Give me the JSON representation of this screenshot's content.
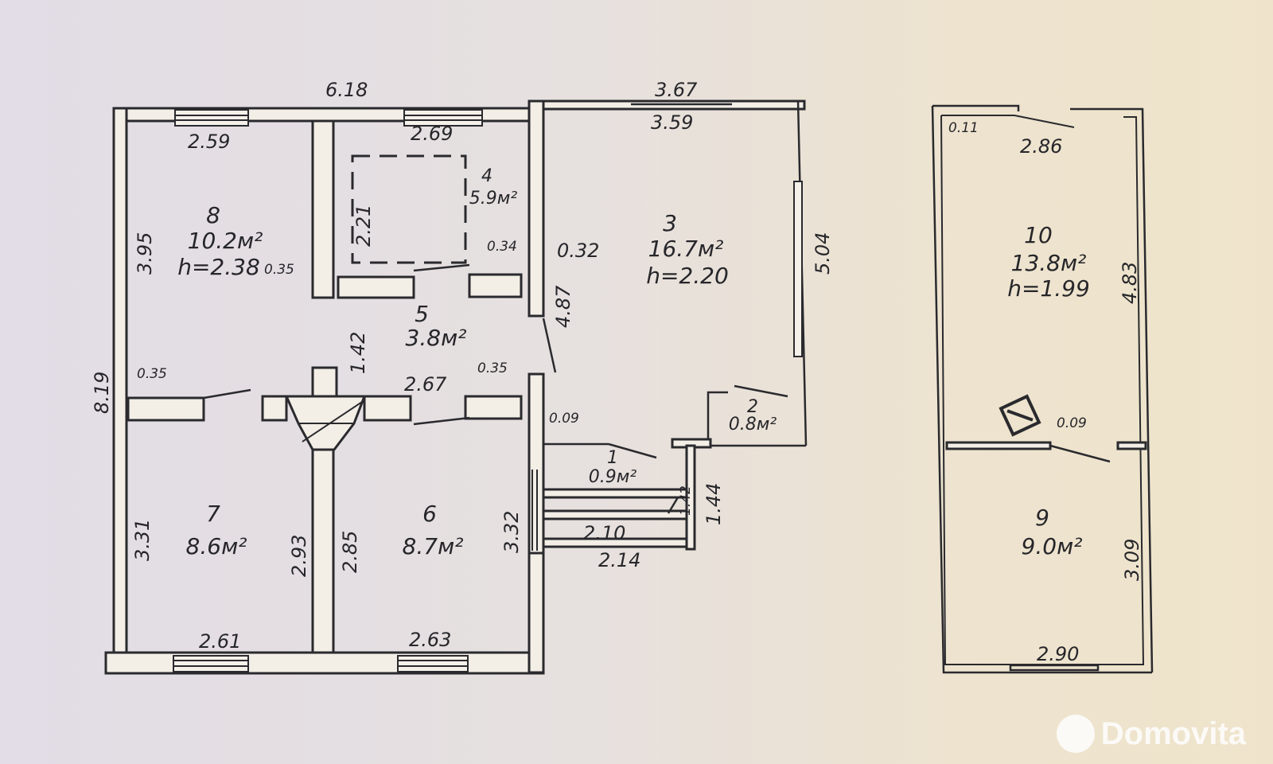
{
  "plan": {
    "dims": {
      "top_left": "6.18",
      "top_right": "3.67",
      "left_side": "8.19",
      "r8_top": "2.59",
      "r8_side": "3.95",
      "r4_top": "2.69",
      "r4_side": "2.21",
      "r3_top": "3.59",
      "r3_side": "5.04",
      "wall_035_a": "0.35",
      "wall_034": "0.34",
      "wall_032": "0.32",
      "wall_142": "1.42",
      "wall_487": "4.87",
      "wall_035_b": "0.35",
      "wall_035_c": "0.35",
      "hall_267": "2.67",
      "step_009": "0.09",
      "r7_side": "3.31",
      "r7_inner": "2.93",
      "r6_inner": "2.85",
      "r6_side": "3.32",
      "porch_210": "2.10",
      "porch_214": "2.14",
      "porch_142": "1.42",
      "porch_144": "1.44",
      "r7_bottom": "2.61",
      "r6_bottom": "2.63",
      "r10_011": "0.11",
      "r10_top": "2.86",
      "r10_side": "4.83",
      "r9_009": "0.09",
      "r9_side": "3.09",
      "r9_bottom": "2.90"
    },
    "rooms": {
      "r8": {
        "num": "8",
        "area": "10.2м²",
        "height": "h=2.38"
      },
      "r4": {
        "num": "4",
        "area": "5.9м²"
      },
      "r3": {
        "num": "3",
        "area": "16.7м²",
        "height": "h=2.20"
      },
      "r5": {
        "num": "5",
        "area": "3.8м²"
      },
      "r2": {
        "num": "2",
        "area": "0.8м²"
      },
      "r1": {
        "num": "1",
        "area": "0.9м²"
      },
      "r7": {
        "num": "7",
        "area": "8.6м²"
      },
      "r6": {
        "num": "6",
        "area": "8.7м²"
      },
      "r10": {
        "num": "10",
        "area": "13.8м²",
        "height": "h=1.99"
      },
      "r9": {
        "num": "9",
        "area": "9.0м²"
      }
    }
  },
  "watermark": {
    "text": "Domovita"
  }
}
